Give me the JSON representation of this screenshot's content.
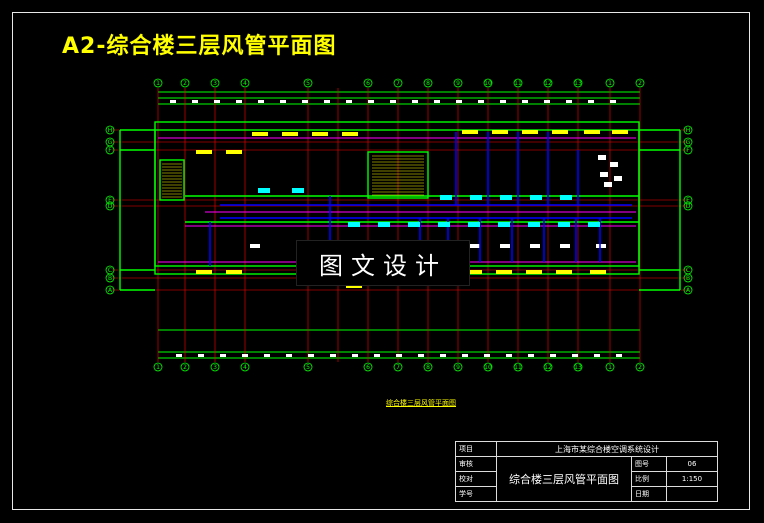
{
  "title": "A2-综合楼三层风管平面图",
  "watermark": "图文设计",
  "drawing_caption": "综合楼三层风管平面图",
  "title_block": {
    "project_label": "项目",
    "project_name": "上海市某综合楼空调系统设计",
    "rows": [
      "审核",
      "校对",
      "学号"
    ],
    "drawing_name": "综合楼三层风管平面图",
    "meta": [
      {
        "label": "图号",
        "value": "06"
      },
      {
        "label": "比例",
        "value": "1:150"
      },
      {
        "label": "日期",
        "value": ""
      }
    ]
  },
  "grid_axes": {
    "top": [
      "1",
      "2",
      "3",
      "4",
      "5",
      "6",
      "7",
      "8",
      "9",
      "10",
      "11",
      "12",
      "13"
    ],
    "side": [
      "H",
      "G",
      "F",
      "E",
      "D",
      "C",
      "B",
      "A"
    ]
  },
  "colors": {
    "wall": "#00ff00",
    "duct": "#0000ff",
    "pipe": "#ff00ff",
    "grille": "#ffff00",
    "axis": "#ff0000",
    "fixture": "#ffffff"
  }
}
